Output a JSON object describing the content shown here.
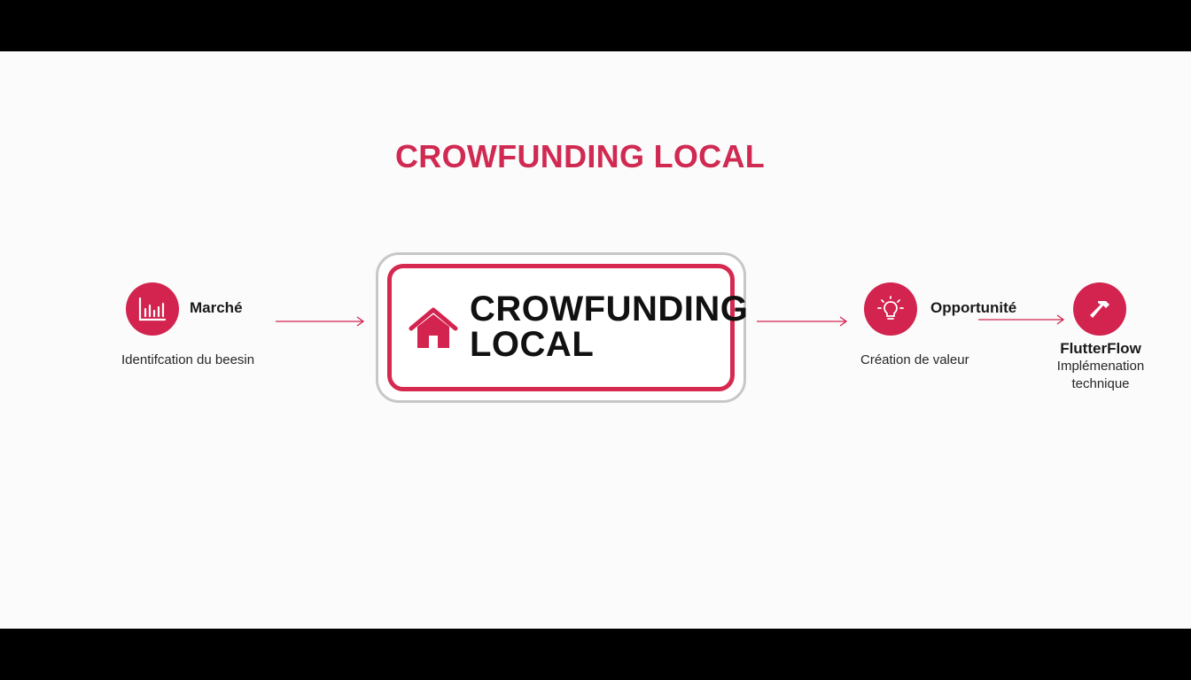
{
  "title": "CROWFUNDING LOCAL",
  "center": {
    "line1": "CROWFUNDING",
    "line2": "LOCAL",
    "icon": "home-icon"
  },
  "nodes": [
    {
      "label": "Marché",
      "description": "Identifcation du beesin",
      "icon": "bar-chart-icon"
    },
    {
      "label": "Opportunité",
      "description": "Création de valeur",
      "icon": "lightbulb-icon"
    },
    {
      "label": "FlutterFlow",
      "description": "Implémenation technique",
      "icon": "hammer-icon"
    }
  ],
  "colors": {
    "accent": "#d3234f",
    "title": "#d02a52",
    "outer_border": "#c7c7c7",
    "background": "#fbfbfb"
  }
}
